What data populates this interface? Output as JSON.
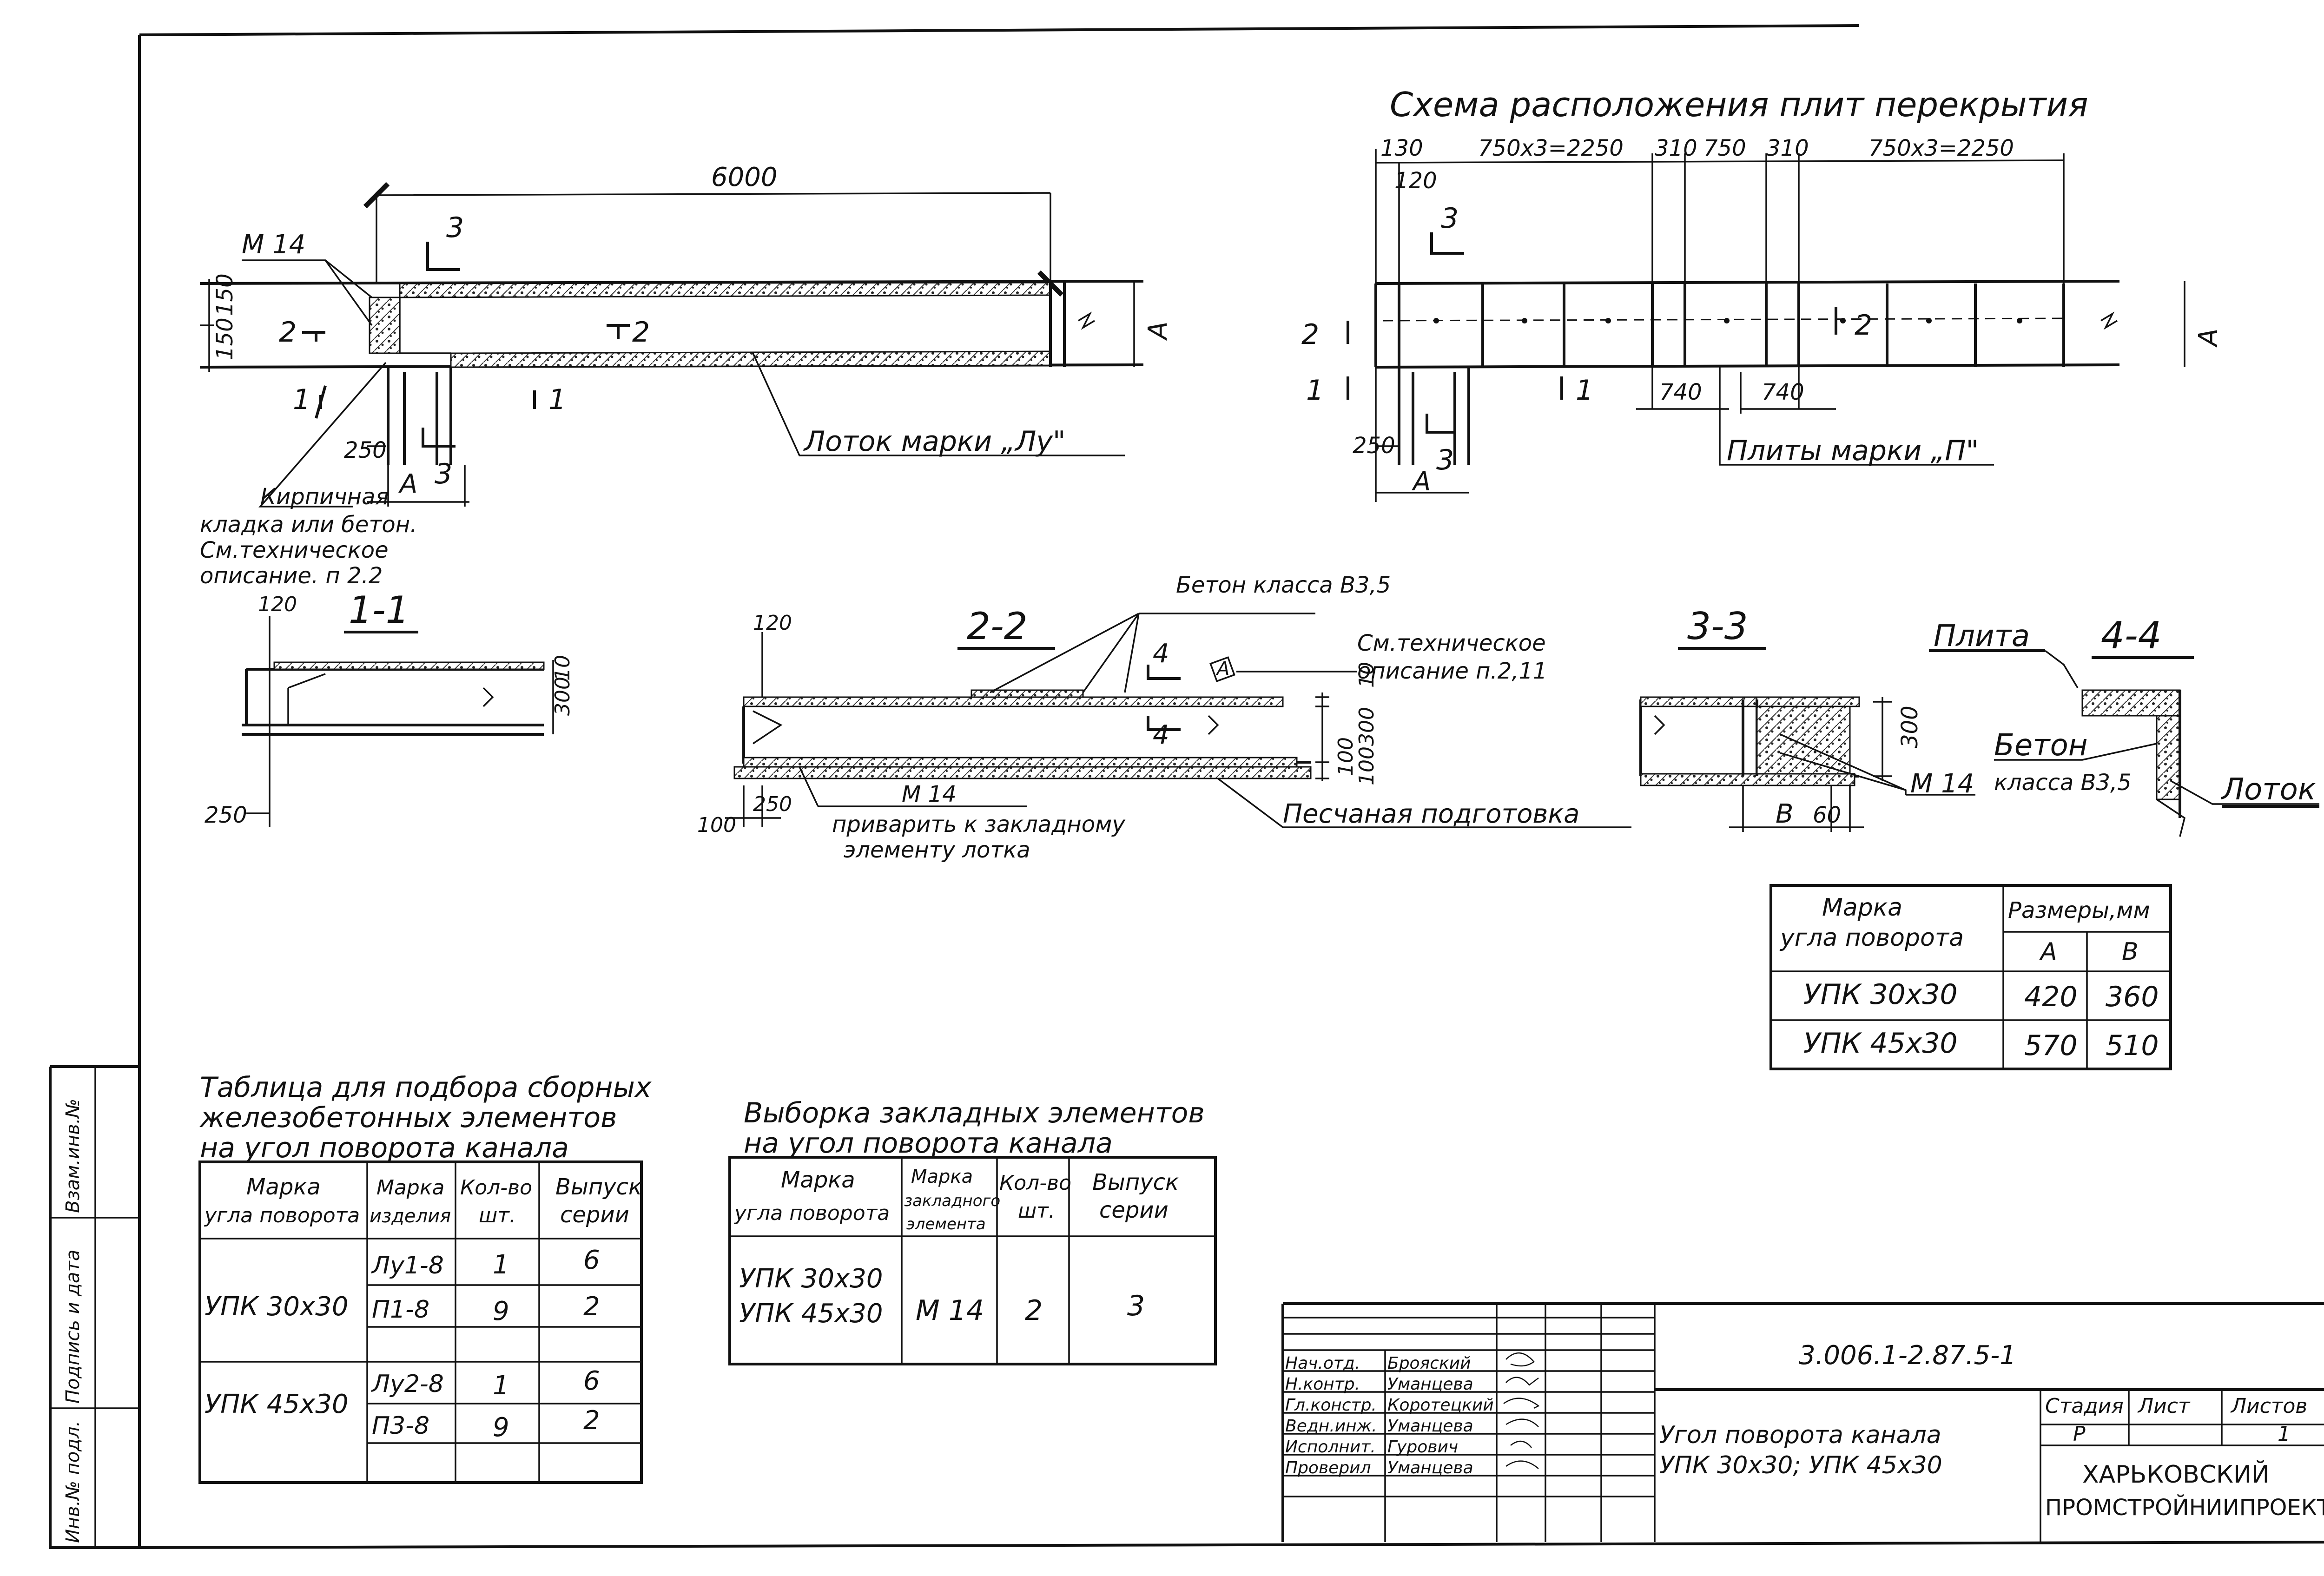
{
  "title_scheme": "Схема расположения плит перекрытия",
  "plan_left": {
    "dim_6000": "6000",
    "dim_150a": "150",
    "dim_150b": "150",
    "dim_250": "250",
    "dim_A": "A",
    "mark_m14": "М 14",
    "cut_3": "3",
    "cut_2": "2",
    "cut_1": "1",
    "label_trough": "Лоток марки „Лу\"",
    "note_line1": "Кирпичная",
    "note_line2": "кладка или бетон.",
    "note_line3": "См.техническое",
    "note_line4": "описание. п 2.2"
  },
  "plan_right": {
    "dim_130": "130",
    "dim_120": "120",
    "dim_2250a": "750х3=2250",
    "dim_310a": "310",
    "dim_750": "750",
    "dim_310b": "310",
    "dim_2250b": "750х3=2250",
    "dim_740a": "740",
    "dim_740b": "740",
    "dim_250": "250",
    "dim_A": "A",
    "label_plates": "Плиты марки „П\"",
    "cut_3": "3",
    "cut_2": "2",
    "cut_1": "1"
  },
  "section_11": {
    "title": "1-1",
    "dim_120": "120",
    "dim_300": "300",
    "dim_10": "10",
    "dim_250": "250"
  },
  "section_22": {
    "title": "2-2",
    "dim_120": "120",
    "dim_10": "10",
    "dim_300": "300",
    "dim_100a": "100",
    "dim_100b": "100",
    "dim_250": "250",
    "mark_m14": "М 14",
    "cut_4": "4",
    "note_concrete": "Бетон класса В3,5",
    "note_tech1": "См.техническое",
    "note_tech2": "описание п.2,11",
    "marker_a": "А",
    "note_weld1": "приварить к закладному",
    "note_weld2": "элементу лотка",
    "note_sand": "Песчаная подготовка"
  },
  "section_33": {
    "title": "3-3",
    "dim_300": "300",
    "dim_B": "B",
    "dim_60": "60",
    "mark_m14": "М 14"
  },
  "section_44": {
    "title": "4-4",
    "label_slab": "Плита",
    "label_concrete1": "Бетон",
    "label_concrete2": "класса В3,5",
    "label_trough": "Лоток"
  },
  "dims_table": {
    "h_mark": "Марка угла поворота",
    "h_sizes": "Размеры,мм",
    "h_A": "A",
    "h_B": "B",
    "rows": [
      {
        "mark": "УПК 30х30",
        "A": "420",
        "B": "360"
      },
      {
        "mark": "УПК 45х30",
        "A": "570",
        "B": "510"
      }
    ]
  },
  "table_select": {
    "title1": "Таблица для подбора сборных",
    "title2": "железобетонных элементов",
    "title3": "на угол поворота канала",
    "h_mark": "Марка угла поворота",
    "h_item": "Марка изделия",
    "h_qty": "Кол-во шт.",
    "h_issue": "Выпуск серии",
    "group1_mark": "УПК 30х30",
    "group2_mark": "УПК 45х30",
    "rows": [
      {
        "item": "Лу1-8",
        "qty": "1",
        "issue": "6"
      },
      {
        "item": "П1-8",
        "qty": "9",
        "issue": "2"
      },
      {
        "item": "Лу2-8",
        "qty": "1",
        "issue": "6"
      },
      {
        "item": "П3-8",
        "qty": "9",
        "issue": "2"
      }
    ]
  },
  "table_embed": {
    "title1": "Выборка закладных элементов",
    "title2": "на угол поворота канала",
    "h_mark": "Марка угла поворота",
    "h_elem": "Марка закладного элемента",
    "h_qty": "Кол-во шт.",
    "h_issue": "Выпуск серии",
    "mark1": "УПК 30х30",
    "mark2": "УПК 45х30",
    "elem": "М 14",
    "qty": "2",
    "issue": "3"
  },
  "stamp": {
    "doc_code": "3.006.1-2.87.5-1",
    "name1": "Угол поворота канала",
    "name2": "УПК 30х30; УПК 45х30",
    "h_stage": "Стадия",
    "h_sheet": "Лист",
    "h_sheets": "Листов",
    "stage": "Р",
    "sheets": "1",
    "org1": "ХАРЬКОВСКИЙ",
    "org2": "ПРОМСТРОЙНИИПРОЕКТ",
    "people": [
      {
        "role": "Нач.отд.",
        "name": "Брояский"
      },
      {
        "role": "Н.контр.",
        "name": "Уманцева"
      },
      {
        "role": "Гл.констр.",
        "name": "Коротецкий"
      },
      {
        "role": "Ведн.инж.",
        "name": "Уманцева"
      },
      {
        "role": "Исполнит.",
        "name": "Гурович"
      },
      {
        "role": "Проверил",
        "name": "Уманцева"
      }
    ]
  },
  "side_stamp": {
    "inv_orig": "Инв.№ подл.",
    "sign_date": "Подпись и дата",
    "vzam": "Взам.инв.№"
  }
}
